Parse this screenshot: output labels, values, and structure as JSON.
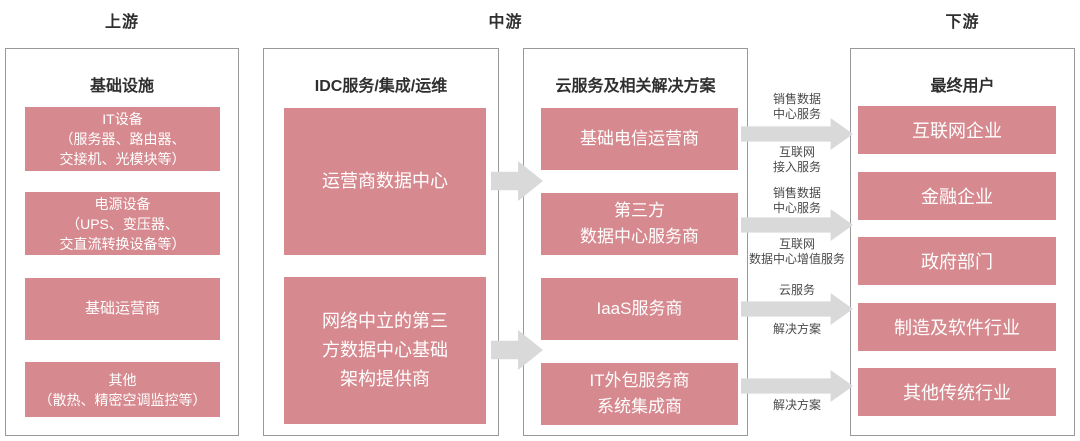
{
  "stages": [
    {
      "label": "上游"
    },
    {
      "label": "中游"
    },
    {
      "label": "下游"
    }
  ],
  "colors": {
    "node_pink": "#d68a8f",
    "arrow_gray": "#d9d9d9",
    "panel_border": "#999999",
    "heading_text": "#2f2f2f",
    "flow_label_text": "#4a4a4a",
    "node_text": "#ffffff"
  },
  "columns": [
    {
      "title": "基础设施",
      "boxes": [
        {
          "label": "IT设备\n（服务器、路由器、\n交接机、光模块等）"
        },
        {
          "label": "电源设备\n（UPS、变压器、\n交直流转换设备等）"
        },
        {
          "label": "基础运营商"
        },
        {
          "label": "其他\n（散热、精密空调监控等）"
        }
      ]
    },
    {
      "title": "IDC服务/集成/运维",
      "boxes": [
        {
          "label": "运营商数据中心"
        },
        {
          "label": "网络中立的第三\n方数据中心基础\n架构提供商"
        }
      ]
    },
    {
      "title": "云服务及相关解决方案",
      "boxes": [
        {
          "label": "基础电信运营商"
        },
        {
          "label": "第三方\n数据中心服务商"
        },
        {
          "label": "IaaS服务商"
        },
        {
          "label": "IT外包服务商\n系统集成商"
        }
      ]
    },
    {
      "title": "最终用户",
      "boxes": [
        {
          "label": "互联网企业"
        },
        {
          "label": "金融企业"
        },
        {
          "label": "政府部门"
        },
        {
          "label": "制造及软件行业"
        },
        {
          "label": "其他传统行业"
        }
      ]
    }
  ],
  "flows": [
    {
      "above": "销售数据\n中心服务",
      "below": "互联网\n接入服务"
    },
    {
      "above": "销售数据\n中心服务",
      "below": "互联网\n数据中心增值服务"
    },
    {
      "above": "云服务",
      "below": "解决方案"
    },
    {
      "below": "解决方案"
    }
  ]
}
